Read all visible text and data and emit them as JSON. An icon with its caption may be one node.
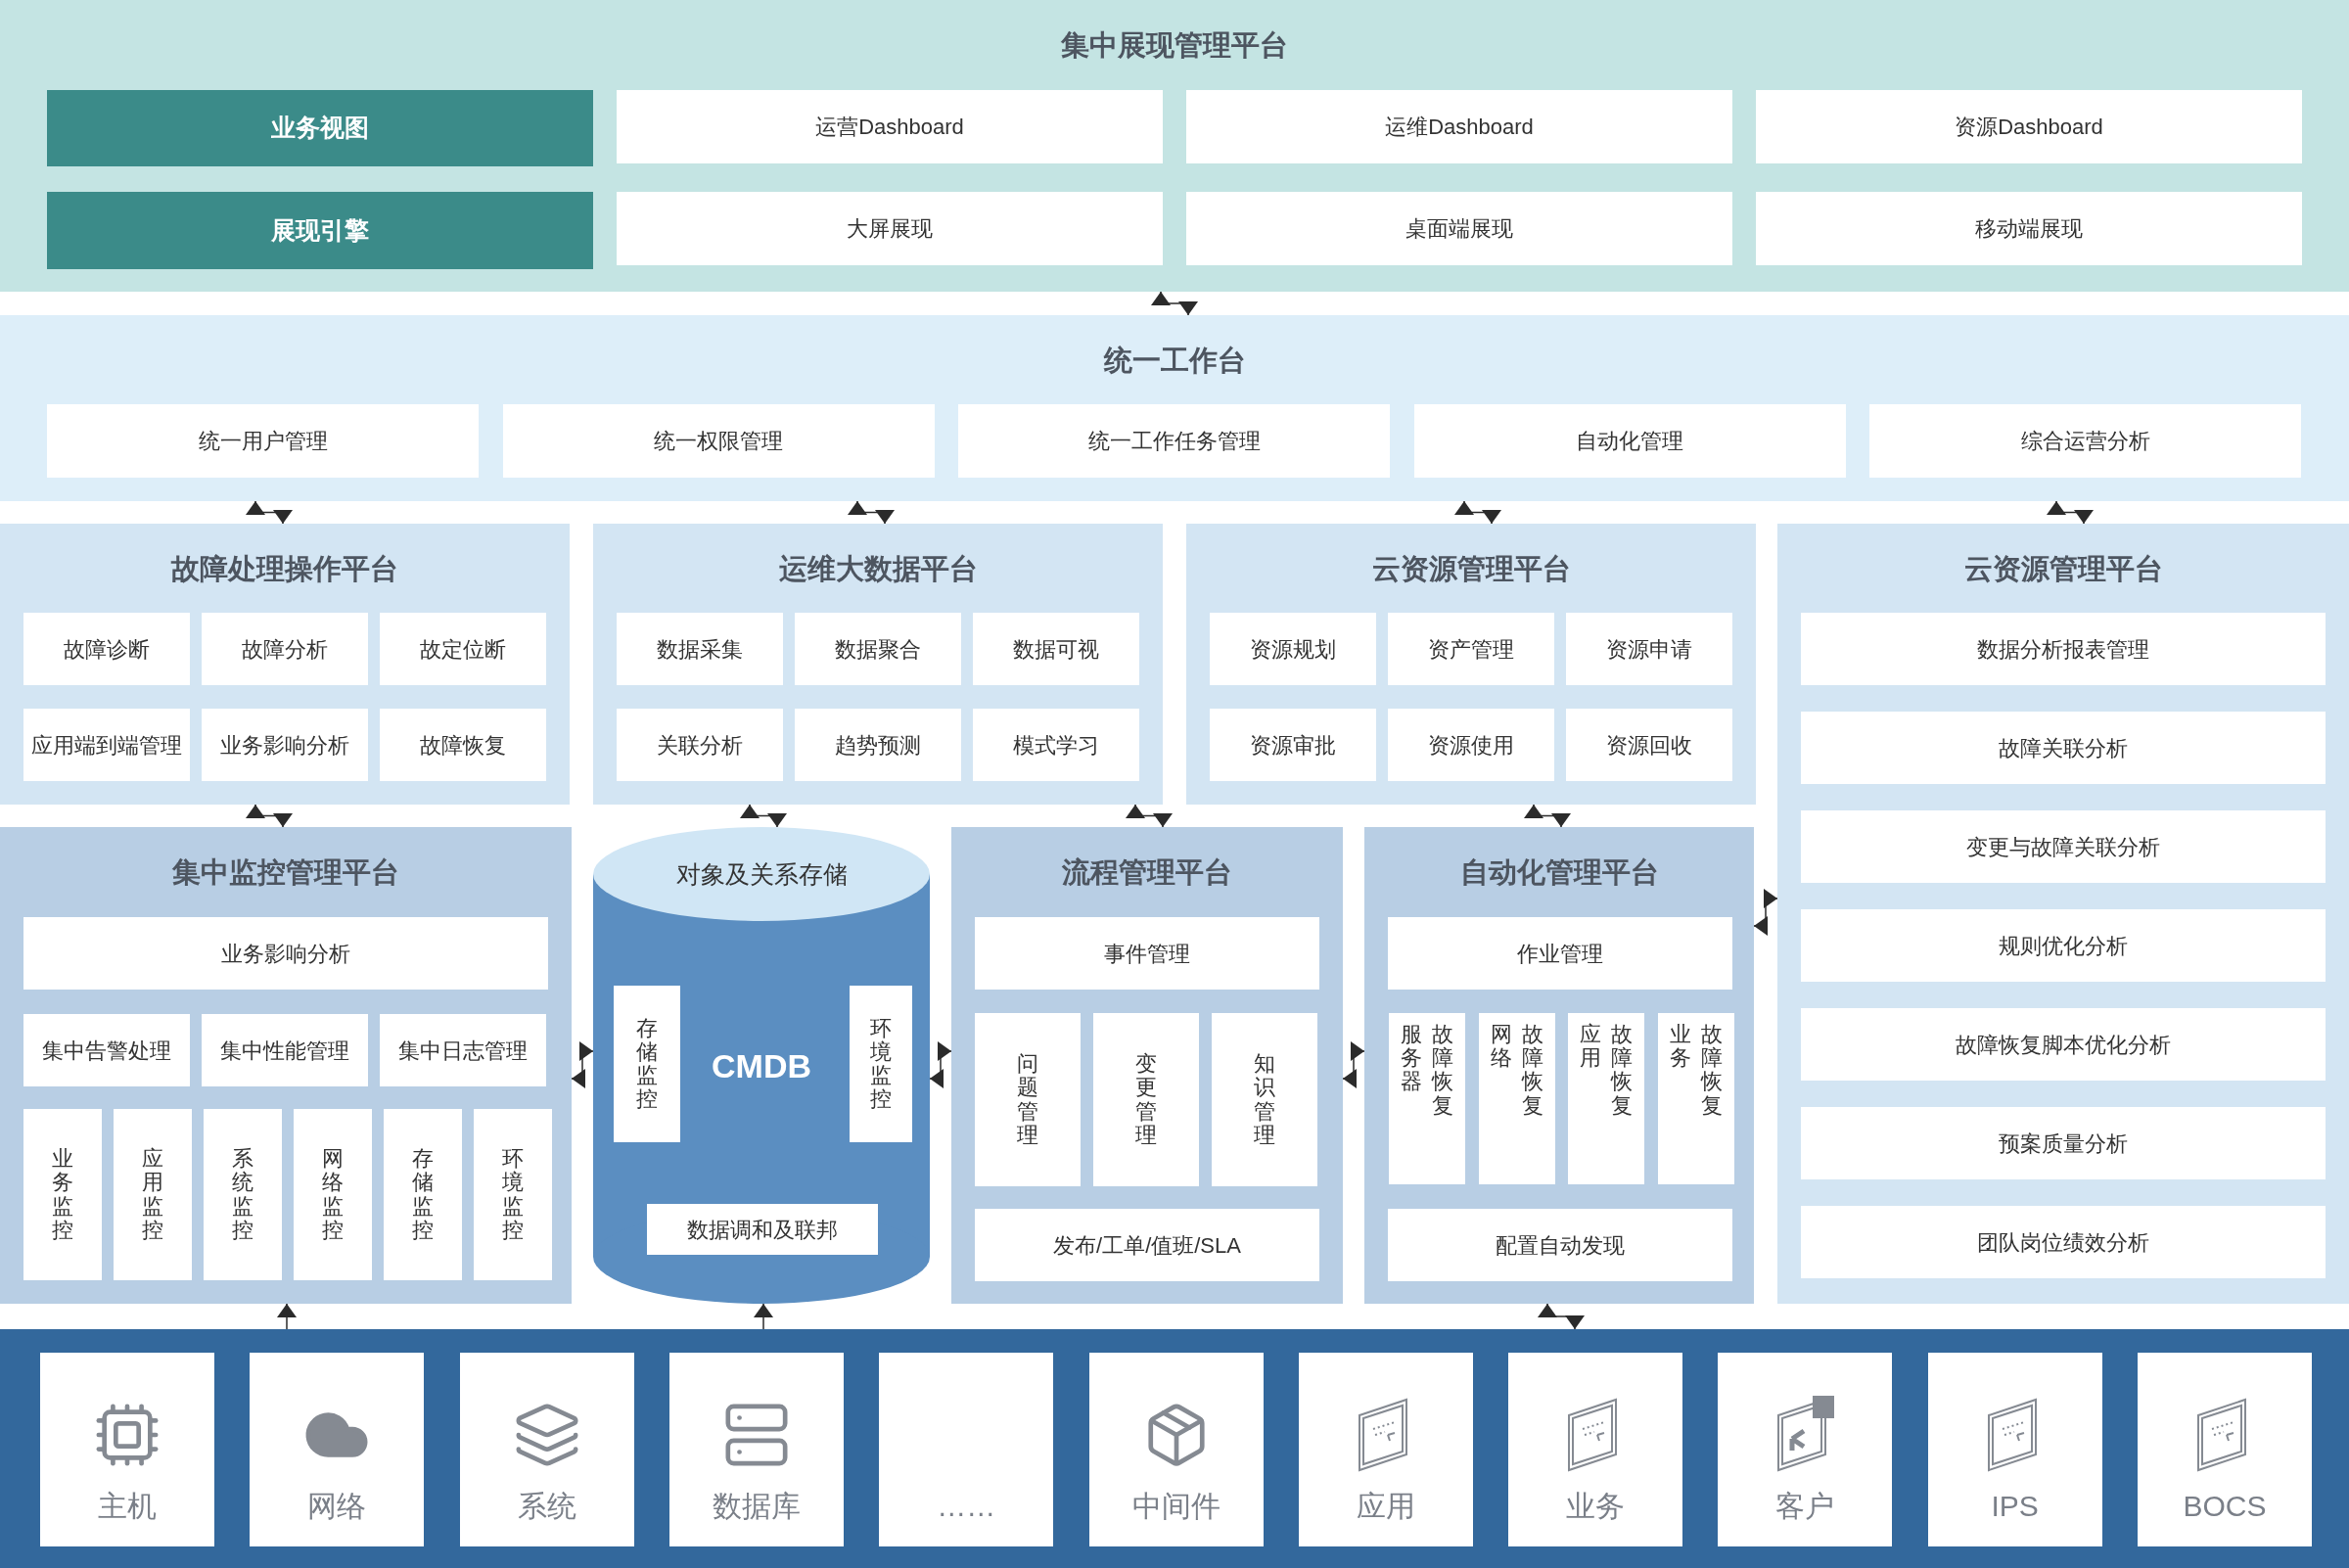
{
  "diagram": {
    "nodes": [
      {
        "text": [
          "集中展现管理平台"
        ]
      },
      {
        "text": [
          "业务视图"
        ],
        "in": 0
      },
      {
        "text": [
          "运营Dashboard"
        ],
        "in": 0
      },
      {
        "text": [
          "运维Dashboard"
        ],
        "in": 0
      },
      {
        "text": [
          "资源Dashboard"
        ],
        "in": 0
      },
      {
        "text": [
          "展现引擎"
        ],
        "in": 0
      },
      {
        "text": [
          "大屏展现"
        ],
        "in": 0
      },
      {
        "text": [
          "桌面端展现"
        ],
        "in": 0
      },
      {
        "text": [
          "移动端展现"
        ],
        "in": 0
      },
      {
        "text": [
          "统一工作台"
        ]
      },
      {
        "text": [
          "统一用户管理"
        ],
        "in": 9
      },
      {
        "text": [
          "统一权限管理"
        ],
        "in": 9
      },
      {
        "text": [
          "统一工作任务管理"
        ],
        "in": 9
      },
      {
        "text": [
          "自动化管理"
        ],
        "in": 9
      },
      {
        "text": [
          "综合运营分析"
        ],
        "in": 9
      },
      {
        "text": [
          "故障处理操作平台"
        ]
      },
      {
        "text": [
          "故障诊断"
        ],
        "in": 15
      },
      {
        "text": [
          "故障分析"
        ],
        "in": 15
      },
      {
        "text": [
          "故定位断"
        ],
        "in": 15
      },
      {
        "text": [
          "应用端到端管理"
        ],
        "in": 15
      },
      {
        "text": [
          "业务影响分析"
        ],
        "in": 15
      },
      {
        "text": [
          "故障恢复"
        ],
        "in": 15
      },
      {
        "text": [
          "运维大数据平台"
        ]
      },
      {
        "text": [
          "数据采集"
        ],
        "in": 22
      },
      {
        "text": [
          "数据聚合"
        ],
        "in": 22
      },
      {
        "text": [
          "数据可视"
        ],
        "in": 22
      },
      {
        "text": [
          "关联分析"
        ],
        "in": 22
      },
      {
        "text": [
          "趋势预测"
        ],
        "in": 22
      },
      {
        "text": [
          "模式学习"
        ],
        "in": 22
      },
      {
        "text": [
          "云资源管理平台"
        ]
      },
      {
        "text": [
          "资源规划"
        ],
        "in": 29
      },
      {
        "text": [
          "资产管理"
        ],
        "in": 29
      },
      {
        "text": [
          "资源申请"
        ],
        "in": 29
      },
      {
        "text": [
          "资源审批"
        ],
        "in": 29
      },
      {
        "text": [
          "资源使用"
        ],
        "in": 29
      },
      {
        "text": [
          "资源回收"
        ],
        "in": 29
      },
      {
        "text": [
          "云资源管理平台"
        ]
      },
      {
        "text": [
          "数据分析报表管理"
        ],
        "in": 36
      },
      {
        "text": [
          "故障关联分析"
        ],
        "in": 36
      },
      {
        "text": [
          "变更与故障关联分析"
        ],
        "in": 36
      },
      {
        "text": [
          "规则优化分析"
        ],
        "in": 36
      },
      {
        "text": [
          "故障恢复脚本优化分析"
        ],
        "in": 36
      },
      {
        "text": [
          "预案质量分析"
        ],
        "in": 36
      },
      {
        "text": [
          "团队岗位绩效分析"
        ],
        "in": 36
      },
      {
        "text": [
          "集中监控管理平台"
        ]
      },
      {
        "text": [
          "业务影响分析"
        ],
        "in": 44
      },
      {
        "text": [
          "集中告警处理"
        ],
        "in": 44
      },
      {
        "text": [
          "集中性能管理"
        ],
        "in": 44
      },
      {
        "text": [
          "集中日志管理"
        ],
        "in": 44
      },
      {
        "text": [
          "业务监控"
        ],
        "in": 44
      },
      {
        "text": [
          "应用监控"
        ],
        "in": 44
      },
      {
        "text": [
          "系统监控"
        ],
        "in": 44
      },
      {
        "text": [
          "网络监控"
        ],
        "in": 44
      },
      {
        "text": [
          "存储监控"
        ],
        "in": 44
      },
      {
        "text": [
          "环境监控"
        ],
        "in": 44
      },
      {
        "text": [
          "对象及关系存储",
          "CMDB"
        ]
      },
      {
        "text": [
          "存储监控"
        ],
        "in": 55
      },
      {
        "text": [
          "环境监控"
        ],
        "in": 55
      },
      {
        "text": [
          "数据调和及联邦"
        ],
        "in": 55
      },
      {
        "text": [
          "流程管理平台"
        ]
      },
      {
        "text": [
          "事件管理"
        ],
        "in": 59
      },
      {
        "text": [
          "问题管理"
        ],
        "in": 59
      },
      {
        "text": [
          "变更管理"
        ],
        "in": 59
      },
      {
        "text": [
          "知识管理"
        ],
        "in": 59
      },
      {
        "text": [
          "发布/工单/值班/SLA"
        ],
        "in": 59
      },
      {
        "text": [
          "自动化管理平台"
        ]
      },
      {
        "text": [
          "作业管理"
        ],
        "in": 65
      },
      {
        "text": [
          "服务器",
          "故障恢复"
        ],
        "in": 65
      },
      {
        "text": [
          "网络",
          "故障恢复"
        ],
        "in": 65
      },
      {
        "text": [
          "应用",
          "故障恢复"
        ],
        "in": 65
      },
      {
        "text": [
          "业务",
          "故障恢复"
        ],
        "in": 65
      },
      {
        "text": [
          "配置自动发现"
        ],
        "in": 65
      },
      {
        "text": [],
        "shape": "box"
      },
      {
        "text": [
          "主机"
        ],
        "in": 72
      },
      {
        "text": [
          "网络"
        ],
        "in": 72
      },
      {
        "text": [
          "系统"
        ],
        "in": 72
      },
      {
        "text": [
          "数据库"
        ],
        "in": 72
      },
      {
        "text": [
          "……"
        ],
        "in": 72
      },
      {
        "text": [
          "中间件"
        ],
        "in": 72
      },
      {
        "text": [
          "应用"
        ],
        "in": 72
      },
      {
        "text": [
          "业务"
        ],
        "in": 72
      },
      {
        "text": [
          "客户"
        ],
        "in": 72
      },
      {
        "text": [
          "IPS"
        ],
        "in": 72
      },
      {
        "text": [
          "BOCS"
        ],
        "in": 72
      }
    ],
    "edges": [
      {
        "from": 0,
        "to": 9,
        "arrow": "both"
      },
      {
        "from": 9,
        "to": 15,
        "arrow": "both"
      },
      {
        "from": 9,
        "to": 22,
        "arrow": "both"
      },
      {
        "from": 9,
        "to": 29,
        "arrow": "both"
      },
      {
        "from": 9,
        "to": 36,
        "arrow": "both"
      },
      {
        "from": 15,
        "to": 44,
        "arrow": "both"
      },
      {
        "from": 22,
        "to": 55,
        "arrow": "both"
      },
      {
        "from": 22,
        "to": 59,
        "arrow": "both"
      },
      {
        "from": 29,
        "to": 65,
        "arrow": "both"
      },
      {
        "from": 44,
        "to": 55,
        "arrow": "both"
      },
      {
        "from": 55,
        "to": 59,
        "arrow": "both"
      },
      {
        "from": 59,
        "to": 65,
        "arrow": "both"
      },
      {
        "from": 65,
        "to": 36,
        "arrow": "both"
      },
      {
        "from": 72,
        "to": 44,
        "arrow": "to"
      },
      {
        "from": 72,
        "to": 55,
        "arrow": "to"
      },
      {
        "from": 72,
        "to": 65,
        "arrow": "both"
      }
    ]
  }
}
